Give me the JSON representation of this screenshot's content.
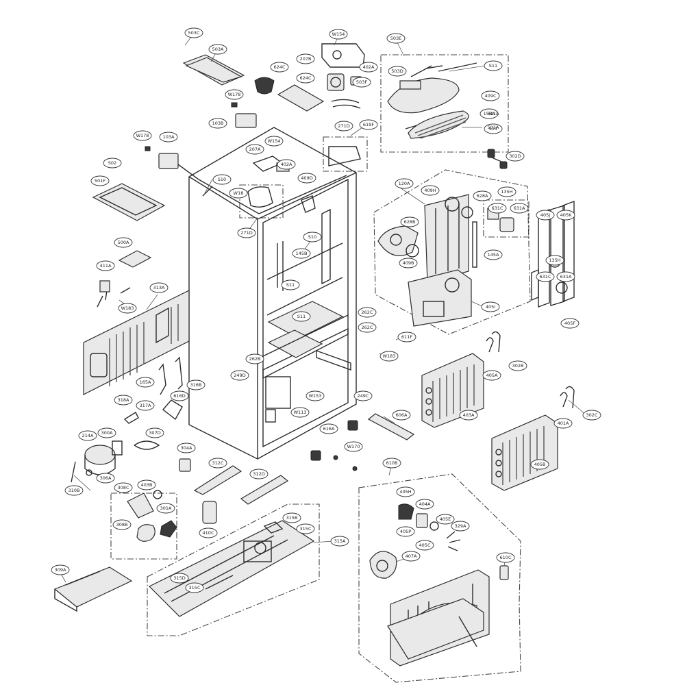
{
  "callouts": [
    "503C",
    "503A",
    "W154",
    "207B",
    "402A",
    "503F",
    "503E",
    "S11",
    "503D",
    "409C",
    "158A",
    "S11",
    "624C",
    "624C",
    "W178",
    "103B",
    "271D",
    "619F",
    "W178",
    "103A",
    "W154",
    "207A",
    "402A",
    "S10",
    "W18",
    "271D",
    "501F",
    "S02",
    "409D",
    "S10",
    "145B",
    "S11",
    "S11",
    "262C",
    "120A",
    "409H",
    "628A",
    "135H",
    "631C",
    "631A",
    "405J",
    "405K",
    "628B",
    "135H",
    "631C",
    "631A",
    "145A",
    "405I",
    "405F",
    "611F",
    "W183",
    "262B",
    "302B",
    "403A",
    "405A",
    "302C",
    "401A",
    "405B",
    "500A",
    "411A",
    "W183",
    "313A",
    "249D",
    "W153",
    "W113",
    "249C",
    "165A",
    "616D",
    "316B",
    "318A",
    "317A",
    "307D",
    "606A",
    "616A",
    "W170",
    "214A",
    "300A",
    "306A",
    "304A",
    "312C",
    "312D",
    "310B",
    "308C",
    "403B",
    "308B",
    "301A",
    "410C",
    "315B",
    "315C",
    "315A",
    "315D",
    "315C",
    "309A",
    "610B",
    "405H",
    "404A",
    "405P",
    "405E",
    "405C",
    "329A",
    "407A",
    "610C",
    "262C",
    "409B",
    "302D",
    "511A",
    "501A"
  ]
}
